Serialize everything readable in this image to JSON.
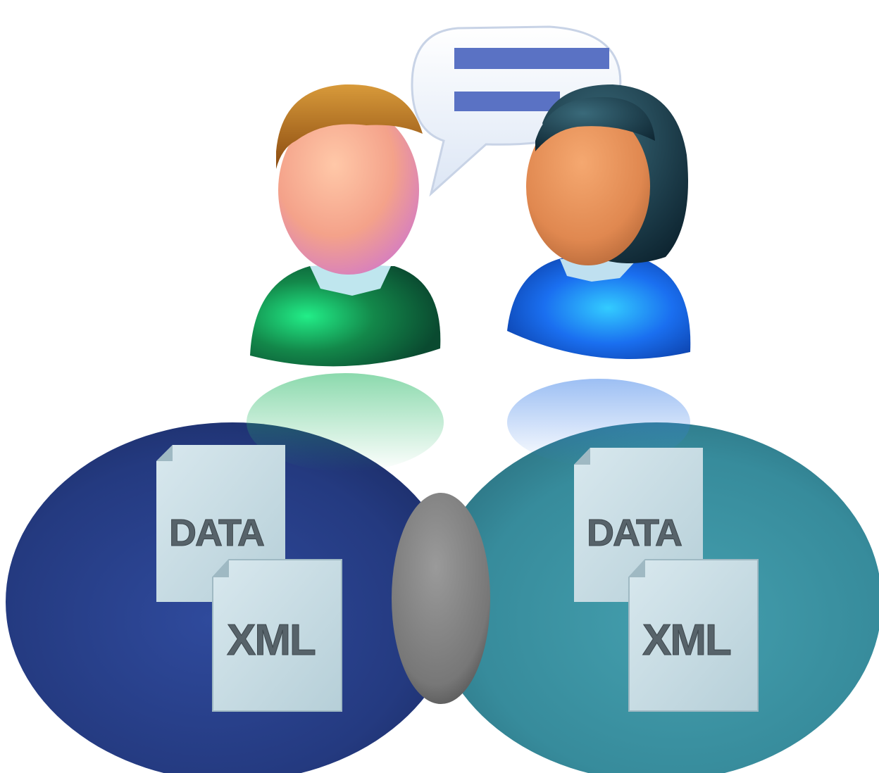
{
  "documents": {
    "left": {
      "data_label": "DATA",
      "xml_label": "XML"
    },
    "right": {
      "data_label": "DATA",
      "xml_label": "XML"
    }
  },
  "colors": {
    "left_domain": "#2a3f86",
    "right_domain": "#2f8a9a",
    "overlap": "#808080",
    "man_shirt": "#1a8a4a",
    "woman_shirt": "#1a6fe0",
    "bubble_lines": "#5a72c4",
    "document": "#c8dde3"
  }
}
